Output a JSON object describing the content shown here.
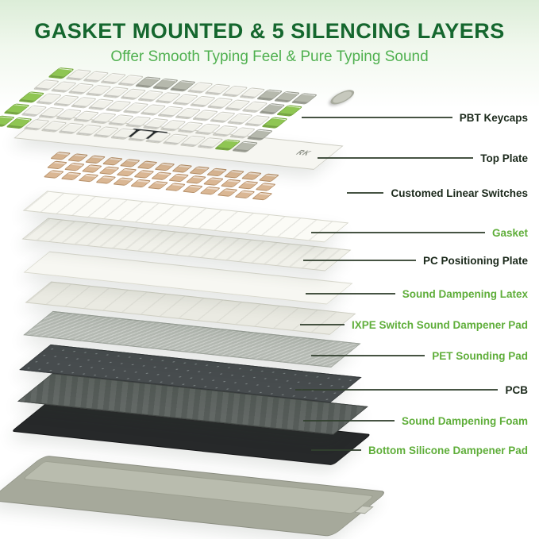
{
  "title": "GASKET MOUNTED  & 5 SILENCING LAYERS",
  "subtitle": "Offer Smooth Typing Feel & Pure Typing Sound",
  "brand": "RK",
  "colors": {
    "title": "#15672e",
    "subtitle": "#4fb04f",
    "label_dark": "#1b291b",
    "label_green": "#5fae3a",
    "leader_line": "#32402f",
    "keycap_green": "#8fc653",
    "background_tint": "#dcedd8"
  },
  "layers": [
    {
      "id": "keycaps",
      "label": "PBT Keycaps",
      "label_color": "dark"
    },
    {
      "id": "topplate",
      "label": "Top Plate",
      "label_color": "dark"
    },
    {
      "id": "switches",
      "label": "Customed Linear Switches",
      "label_color": "dark"
    },
    {
      "id": "gasket",
      "label": "Gasket",
      "label_color": "green"
    },
    {
      "id": "pcplate",
      "label": "PC Positioning Plate",
      "label_color": "dark"
    },
    {
      "id": "latex",
      "label": "Sound Dampening Latex",
      "label_color": "green"
    },
    {
      "id": "ixpe",
      "label": "IXPE Switch Sound Dampener Pad",
      "label_color": "green"
    },
    {
      "id": "pet",
      "label": "PET Sounding Pad",
      "label_color": "green"
    },
    {
      "id": "pcb",
      "label": "PCB",
      "label_color": "dark"
    },
    {
      "id": "foam",
      "label": "Sound Dampening Foam",
      "label_color": "green"
    },
    {
      "id": "silicone",
      "label": "Bottom Silicone Dampener Pad",
      "label_color": "green"
    }
  ]
}
